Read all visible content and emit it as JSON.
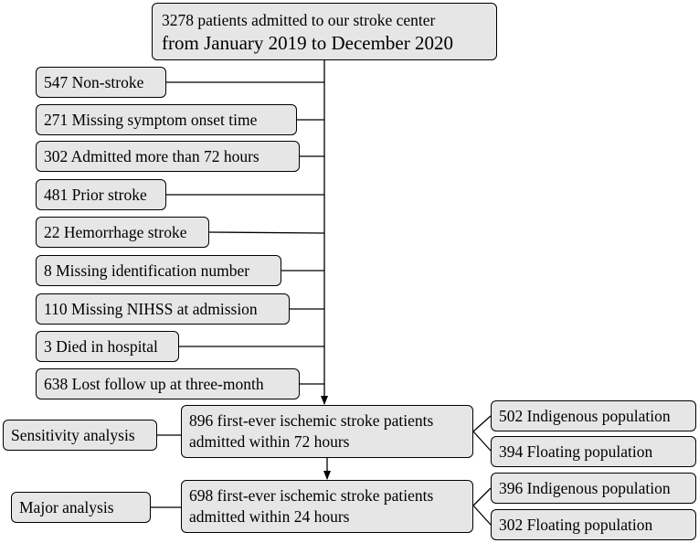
{
  "top": {
    "line1": "3278 patients admitted to our stroke center",
    "line2": "from January 2019 to December 2020"
  },
  "exclusions": [
    "547 Non-stroke",
    "271 Missing symptom onset time",
    "302 Admitted more than 72 hours",
    "481 Prior stroke",
    "22 Hemorrhage stroke",
    "8 Missing identification number",
    "110 Missing NIHSS at admission",
    "3 Died in hospital",
    "638 Lost follow up at three-month"
  ],
  "sensitivity": {
    "label": "Sensitivity analysis",
    "line1": "896 first-ever ischemic stroke patients",
    "line2": "admitted within 72 hours",
    "branches": [
      "502 Indigenous population",
      "394 Floating population"
    ]
  },
  "major": {
    "label": "Major analysis",
    "line1": "698 first-ever ischemic stroke patients",
    "line2": "admitted within 24 hours",
    "branches": [
      "396 Indigenous population",
      "302 Floating population"
    ]
  },
  "colors": {
    "box_fill": "#e6e6e6",
    "stroke": "#000000"
  }
}
